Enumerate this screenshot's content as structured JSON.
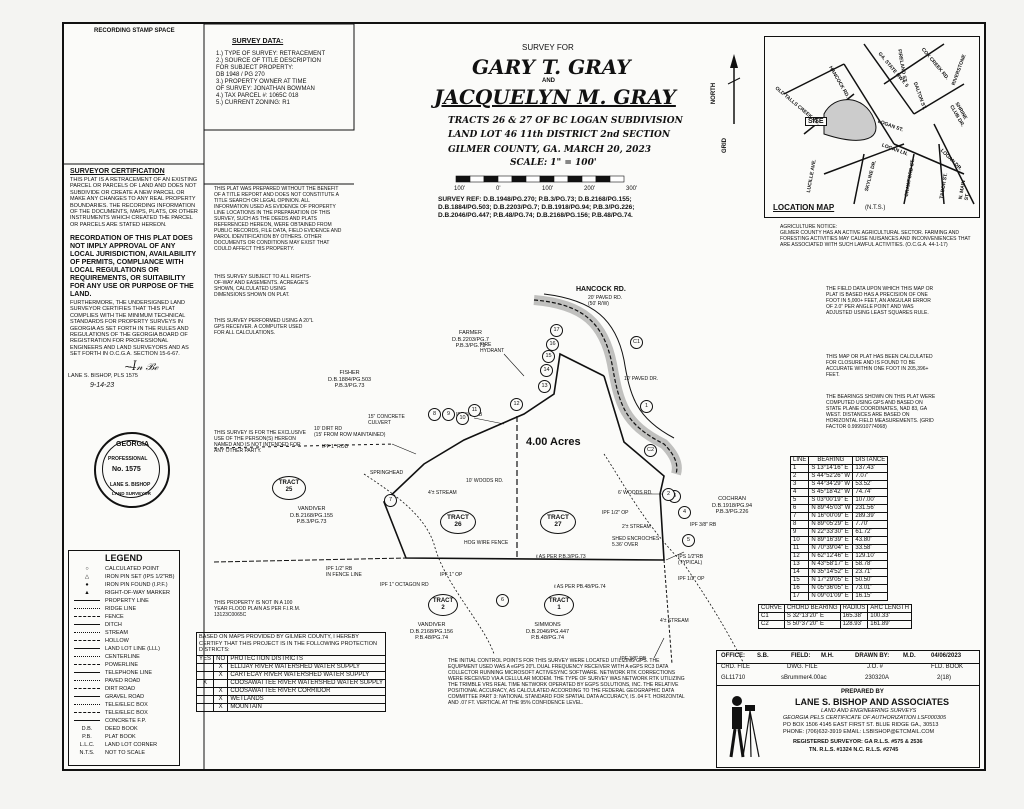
{
  "stamp_area": "RECORDING STAMP SPACE",
  "survey_data": {
    "title": "SURVEY DATA:",
    "items": [
      "1.) TYPE OF SURVEY: RETRACEMENT",
      "2.) SOURCE OF TITLE DESCRIPTION\nFOR SUBJECT PROPERTY:\nDB 1948 / PG 270",
      "3.) PROPERTY OWNER AT TIME\nOF SURVEY: JONATHAN BOWMAN",
      "4.) TAX PARCEL #: 1065C 018",
      "5.) CURRENT ZONING: R1"
    ]
  },
  "title_block": {
    "survey_for": "SURVEY FOR",
    "name1": "GARY T. GRAY",
    "and": "AND",
    "name2": "JACQUELYN M. GRAY",
    "tracts": "TRACTS 26 & 27 OF BC LOGAN SUBDIVISION",
    "land_lot": "LAND LOT 46   11th DISTRICT   2nd SECTION",
    "county": "GILMER COUNTY,  GA.    MARCH 20, 2023",
    "scale": "SCALE:  1\" = 100'",
    "scale_ticks": [
      "100'",
      "0'",
      "100'",
      "200'",
      "300'"
    ],
    "survey_ref": "SURVEY REF:  D.B.1948/PG.270; P.B.3/PG.73; D.B.2168/PG.155;\nD.B.1884/PG.503; D.B.2203/PG.7; D.B.1918/PG.94; P.B.3/PG.226;\nD.B.2046/PG.447; P.B.48/PG.74; D.B.2168/PG.156; P.B.48/PG.74."
  },
  "north": "NORTH",
  "grid": "GRID",
  "location_map": {
    "label": "LOCATION MAP",
    "nts": "(N.T.S.)",
    "site": "SITE",
    "streets": [
      "GA. STATE HWY. 5",
      "HANCOCK RD.",
      "OLD TALLS CREEK RD.",
      "LOGAN ST.",
      "LOGAN DR.",
      "LOGAN LN.",
      "DALTON ST.",
      "COX CREEK RD.",
      "FIRELAND ST.",
      "RIVERSTONE",
      "SHRINE CLUB DR.",
      "CRAWFORD ST.",
      "SKYLINE DR.",
      "LUCILLE AVE.",
      "N. MAIN ST.",
      "TABOR ST."
    ]
  },
  "certification": {
    "title": "SURVEYOR CERTIFICATION",
    "p1": "THIS PLAT IS A RETRACEMENT OF AN EXISTING PARCEL OR PARCELS OF LAND AND DOES NOT SUBDIVIDE OR CREATE A NEW PARCEL OR MAKE ANY CHANGES TO ANY REAL PROPERTY BOUNDARIES. THE RECORDING INFORMATION OF THE DOCUMENTS, MAPS, PLATS, OR OTHER INSTRUMENTS WHICH CREATED THE PARCEL OR PARCELS ARE STATED HEREON.",
    "p2": "RECORDATION OF THIS PLAT DOES NOT IMPLY APPROVAL OF ANY LOCAL JURISDICTION, AVAILABILITY OF PERMITS, COMPLIANCE WITH LOCAL REGULATIONS OR REQUIREMENTS, OR SUITABILITY FOR ANY USE OR PURPOSE OF THE LAND.",
    "p3": "FURTHERMORE, THE UNDERSIGNED LAND SURVEYOR CERTIFIES THAT THIS PLAT COMPLIES WITH THE MINIMUM TECHNICAL STANDARDS FOR PROPERTY SURVEYS IN GEORGIA AS SET FORTH IN THE RULES AND REGULATIONS OF THE GEORGIA BOARD OF REGISTRATION FOR PROFESSIONAL ENGINEERS AND LAND SURVEYORS AND AS SET FORTH IN O.C.G.A. SECTION 15-6-67.",
    "signer": "LANE S. BISHOP, PLS 1575",
    "date": "9-14-23"
  },
  "seal": {
    "top": "GEORGIA",
    "mid": "PROFESSIONAL",
    "no": "No. 1575",
    "bottom": "LANE S. BISHOP",
    "side": "LAND SURVEYOR"
  },
  "notes": {
    "benefit": "THIS PLAT WAS PREPARED WITHOUT THE BENEFIT OF A TITLE REPORT AND DOES NOT CONSTITUTE A TITLE SEARCH OR LEGAL OPINION. ALL INFORMATION USED AS EVIDENCE OF PROPERTY LINE LOCATIONS IN THE PREPARATION OF THIS SURVEY, SUCH AS THE DEEDS AND PLATS REFERENCED HEREON, WERE OBTAINED FROM PUBLIC RECORDS, FILE DATA, FIELD EVIDENCE AND PAROL IDENTIFICATION BY OTHERS. OTHER DOCUMENTS OR CONDITIONS MAY EXIST THAT COULD AFFECT THIS PROPERTY.",
    "rights": "THIS SURVEY SUBJECT TO ALL RIGHTS-OF-WAY AND EASEMENTS. ACREAGE'S SHOWN, CALCULATED USING DIMENSIONS SHOWN ON PLAT.",
    "gps": "THIS SURVEY PERFORMED USING A 20\"L GPS RECEIVER. A COMPUTER USED FOR ALL CALCULATIONS.",
    "exclusive": "THIS SURVEY IS FOR THE EXCLUSIVE USE OF THE PERSON(S) HEREON NAMED AND IS NOT INTENDED FOR ANY OTHER PARTY.",
    "flood": "THIS PROPERTY IS NOT IN A 100 YEAR FLOOD PLAIN AS PER F.I.R.M. 13123C0065C",
    "agri": "AGRICULTURE NOTICE:\nGILMER COUNTY HAS AN ACTIVE AGRICULTURAL SECTOR. FARMING AND FORESTING ACTIVITIES MAY CAUSE NUISANCES AND INCONVENIENCES THAT ARE ASSOCIATED WITH SUCH LAWFUL ACTIVITIES. (O.C.G.A. 44-1-17)",
    "field": "THE FIELD DATA UPON WHICH THIS MAP OR PLAT IS BASED HAS A PRECISION OF ONE FOOT IN 5,000+ FEET, AN ANGULAR ERROR OF 2.0\" PER ANGLE POINT AND WAS ADJUSTED USING LEAST SQUARES RULE.",
    "closure": "THIS MAP OR PLAT HAS BEEN CALCULATED FOR CLOSURE AND IS FOUND TO BE ACCURATE WITHIN ONE FOOT IN 205,396+ FEET.",
    "bearings": "THE BEARINGS SHOWN ON THIS PLAT WERE COMPUTED USING GPS AND BASED ON STATE PLANE COORDINATES, NAD 83, GA WEST. DISTANCES ARE BASED ON HORIZONTAL FIELD MEASUREMENTS. (GRID FACTOR 0.999910774068)",
    "control": "THE INITIAL CONTROL POINTS FOR THIS SURVEY WERE LOCATED UTILIZING GPS. THE EQUIPMENT USED WAS A eGPS 20\"L DUAL FREQUENCY RECEIVER WITH A eGPS RC3 DATA COLLECTOR RUNNING MICROSOFT ACTIVESYNC SOFTWARE. NETWORK RTK CORRECTIONS WERE RECEIVED VIA A CELLULAR MODEM. THE TYPE OF SURVEY WAS NETWORK RTK UTILIZING THE TRIMBLE VRS REAL TIME NETWORK OPERATED BY EGPS SOLUTIONS, INC. THE RELATIVE POSITIONAL ACCURACY, AS CALCULATED ACCORDING TO THE FEDERAL GEOGRAPHIC DATA COMMITTEE PART 3: NATIONAL STANDARD FOR SPATIAL DATA ACCURACY, IS .04 FT. HORIZONTAL AND .07 FT. VERTICAL AT THE 95% CONFIDENCE LEVEL."
  },
  "plat": {
    "road": "HANCOCK RD.",
    "road_sub": "20' PAVED RD.\n(50' R/W)",
    "farmer": "FARMER\nD.B.2203/PG.7\nP.B.3/PG.73",
    "fisher": "FISHER\nD.B.1884/PG.503\nP.B.3/PG.73",
    "cochran": "COCHRAN\nD.B.1918/PG.94\nP.B.3/PG.226",
    "vandiver1": "VANDIVER\nD.B.2168/PG.155\nP.B.3/PG.73",
    "vandiver2": "VANDIVER\nD.B.2168/PG.156\nP.B.48/PG.74",
    "simmons": "SIMMONS\nD.B.2046/PG.447\nP.B.48/PG.74",
    "acres": "4.00 Acres",
    "tract25": "TRACT\n25",
    "tract26": "TRACT\n26",
    "tract27": "TRACT\n27",
    "tract2": "TRACT\n2",
    "tract1": "TRACT\n1",
    "labels": {
      "hydrant": "FIRE\nHYDRANT",
      "paved_dr": "10' PAVED DR.",
      "culvert": "15\" CONCRETE\nCULVERT",
      "dirt_rd": "10' DIRT RD\n(15' FROM ROW MAINTAINED)",
      "ipf1": "IPF 1\" ROD",
      "ipf38": "IPF 3/8\" RB",
      "springhead": "SPRINGHEAD",
      "woods": "10' WOODS RD.",
      "stream4": "4'± STREAM",
      "woods6": "6' WOODS RD.",
      "ipf12": "IPF 1/2\" OP",
      "stream2": "2'± STREAM",
      "ipf38b": "IPF 3/8\" RB",
      "shed": "SHED ENCROCHES\n5.36' OVER",
      "ips": "IPS 1/2\"RB\n(TYPICAL)",
      "hog": "HOG WIRE FENCE",
      "as73": "ℓ AS PER P.B.3/PG.73",
      "as74": "ℓ AS PER PB.48/PG.74",
      "ipf_fence": "IPF 1/2\" RB\nIN FENCE LINE",
      "octagon": "IPF 1\" OCTAGON RD",
      "ipf_op": "IPF 1\" OP",
      "ipf_op2": "IPF 1/2\" OP",
      "stream_lower": "4'± STREAM",
      "ipf_bottom": "IPF 3/8\" RB"
    }
  },
  "line_table": {
    "headers": [
      "LINE",
      "BEARING",
      "DISTANCE"
    ],
    "rows": [
      [
        "1",
        "S 13°14'16\" E",
        "137.43'"
      ],
      [
        "2",
        "S 44°52'26\" W",
        "7.07'"
      ],
      [
        "3",
        "S 44°34'29\" W",
        "53.52'"
      ],
      [
        "4",
        "S 45°18'42\" W",
        "74.74'"
      ],
      [
        "5",
        "S 03°00'19\" E",
        "107.00'"
      ],
      [
        "6",
        "N 89°45'03\" W",
        "231.56'"
      ],
      [
        "7",
        "N 16°00'09\" E",
        "289.39'"
      ],
      [
        "8",
        "N 89°05'29\" E",
        "7.70'"
      ],
      [
        "9",
        "N 22°33'30\" E",
        "61.72'"
      ],
      [
        "10",
        "N 89°16'39\" E",
        "43.80'"
      ],
      [
        "11",
        "N 70°39'04\" E",
        "33.58'"
      ],
      [
        "12",
        "N 62°12'46\" E",
        "129.10'"
      ],
      [
        "13",
        "N 43°58'17\" E",
        "58.78'"
      ],
      [
        "14",
        "N 35°14'52\" E",
        "23.71'"
      ],
      [
        "15",
        "N 17°29'05\" E",
        "50.50'"
      ],
      [
        "16",
        "N 05°36'05\" E",
        "73.01'"
      ],
      [
        "17",
        "N 09°01'09\" E",
        "16.15'"
      ]
    ]
  },
  "curve_table": {
    "headers": [
      "CURVE",
      "CHORD BEARING",
      "RADIUS",
      "ARC LENGTH"
    ],
    "rows": [
      [
        "C1",
        "S 32°13'20\" E",
        "165.38'",
        "100.33'"
      ],
      [
        "C2",
        "S 50°37'20\" E",
        "128.93'",
        "161.89'"
      ]
    ]
  },
  "legend": {
    "title": "LEGEND",
    "items": [
      [
        "○",
        "CALCULATED POINT"
      ],
      [
        "△",
        "IRON PIN SET (IPS 1/2\"RB)"
      ],
      [
        "●",
        "IRON PIN FOUND (I.P.F.)"
      ],
      [
        "▲",
        "RIGHT-OF-WAY MARKER"
      ],
      [
        "",
        "PROPERTY LINE"
      ],
      [
        "",
        "RIDGE LINE"
      ],
      [
        "",
        "FENCE"
      ],
      [
        "",
        "DITCH"
      ],
      [
        "",
        "STREAM"
      ],
      [
        "",
        "HOLLOW"
      ],
      [
        "",
        "LAND LOT LINE (LLL)"
      ],
      [
        "",
        "CENTERLINE"
      ],
      [
        "",
        "POWERLINE"
      ],
      [
        "",
        "TELEPHONE LINE"
      ],
      [
        "",
        "PAVED ROAD"
      ],
      [
        "",
        "DIRT ROAD"
      ],
      [
        "",
        "GRAVEL ROAD"
      ],
      [
        "",
        "TELE/ELEC BOX"
      ],
      [
        "",
        "TELE/ELEC BOX"
      ],
      [
        "",
        "CONCRETE F.P."
      ],
      [
        "D.B.",
        "DEED BOOK"
      ],
      [
        "P.B.",
        "PLAT BOOK"
      ],
      [
        "L.L.C.",
        "LAND LOT CORNER"
      ],
      [
        "N.T.S.",
        "NOT TO SCALE"
      ]
    ]
  },
  "protection": {
    "intro": "BASED ON MAPS PROVIDED BY GILMER COUNTY, I HEREBY CERTIFY THAT THIS PROJECT IS IN THE FOLLOWING PROTECTION DISTRICTS:",
    "headers": [
      "YES",
      "NO",
      "PROTECTION DISTRICTS"
    ],
    "rows": [
      [
        "",
        "X",
        "ELLIJAY RIVER WATERSHED WATER SUPPLY"
      ],
      [
        "",
        "X",
        "CARTECAY RIVER WATERSHED WATER SUPPLY"
      ],
      [
        "X",
        "",
        "COOSAWATTEE RIVER WATERSHED WATER SUPPLY"
      ],
      [
        "",
        "X",
        "COOSAWATTEE RIVER CORRIDOR"
      ],
      [
        "",
        "X",
        "WETLANDS"
      ],
      [
        "",
        "X",
        "MOUNTAIN"
      ]
    ]
  },
  "office_block": {
    "office_label": "OFFICE:",
    "office": "S.B.",
    "field_label": "FIELD:",
    "field": "M.H.",
    "drawn_label": "DRAWN BY:",
    "drawn": "M.D.",
    "date": "04/06/2023",
    "crd_label": "CRD. FILE",
    "dwg_label": "DWG. FILE",
    "job_label": "J.O. #",
    "fld_label": "FLD. BOOK",
    "crd": "GL11710",
    "dwg": "sBrummer4.00ac",
    "job": "230320A",
    "fld": "2(18)"
  },
  "firm": {
    "prepared": "PREPARED BY",
    "name": "LANE S. BISHOP AND ASSOCIATES",
    "sub": "LAND AND ENGINEERING SURVEYS",
    "cert": "GEORGIA PELS CERTIFICATE OF AUTHORIZATION LSF000305",
    "addr": "PO BOX 1506 4145 EAST FIRST ST. BLUE RIDGE GA., 30513",
    "phone": "PHONE: (706)632-3919   EMAIL: LSBISHOP@ETCMAIL.COM",
    "reg": "REGISTERED SURVEYOR:  GA R.L.S. #575 & 2536",
    "reg2": "TN. R.L.S. #1324     N.C. R.L.S. #2745"
  }
}
